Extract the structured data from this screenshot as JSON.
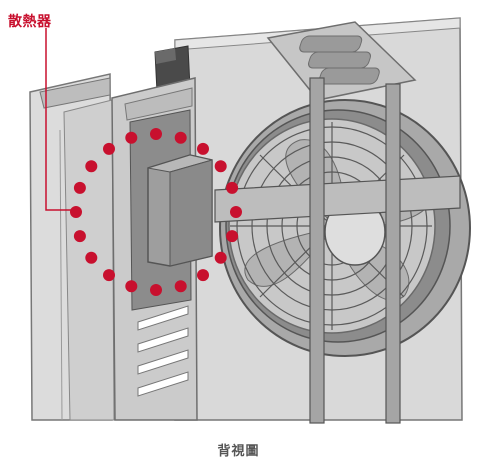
{
  "callout": {
    "label": "散熱器",
    "color": "#c8102e"
  },
  "caption": "背視圖",
  "colors": {
    "panel_light": "#d6d6d6",
    "panel_mid": "#c2c2c2",
    "panel_dark": "#8f8f8f",
    "outline": "#6e6e6e",
    "fan_dark": "#555555",
    "heatsink_dot": "#c8102e"
  },
  "icons": [
    "heatsink-block",
    "cooling-fan",
    "fan-guard",
    "mounting-bracket",
    "vent-slots"
  ]
}
